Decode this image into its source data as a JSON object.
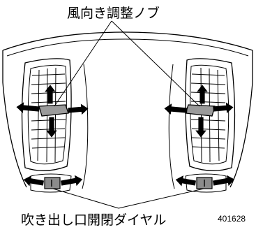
{
  "labels": {
    "knob": "風向き調整ノブ",
    "dial": "吹き出し口開閉ダイヤル",
    "figure_code": "401628"
  },
  "colors": {
    "line": "#000000",
    "arrow_fill": "#000000",
    "knob_fill": "#9a9a9a",
    "dial_fill": "#8c8c8c",
    "background": "#ffffff"
  },
  "icons": {
    "arrow": "arrow-icon",
    "knob": "adjustment-knob",
    "dial": "vent-dial"
  }
}
